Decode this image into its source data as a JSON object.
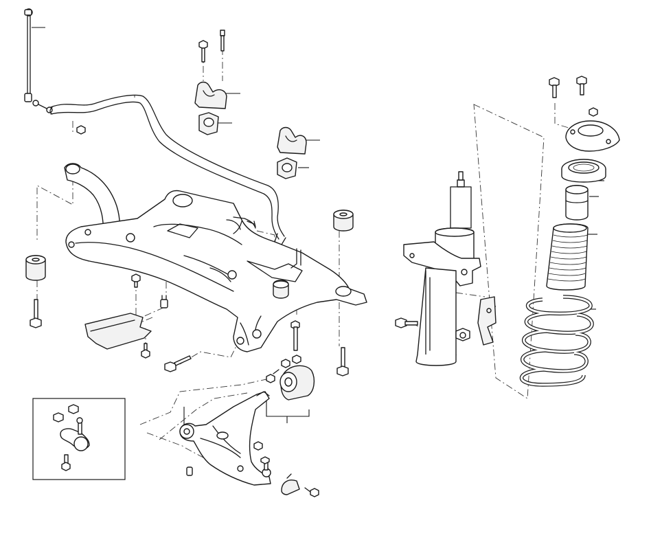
{
  "diagram": {
    "parts": [
      "stabilizer-link",
      "stabilizer-bar",
      "stabilizer-bar-bushing",
      "stabilizer-bar-bracket",
      "subframe",
      "subframe-mount-bushing",
      "lower-arm",
      "lower-arm-rear-bushing",
      "ball-joint",
      "shock-absorber",
      "top-mount",
      "spring-seat",
      "bump-stop",
      "dust-boot",
      "coil-spring"
    ],
    "inset": {
      "parts": [
        "ball-joint",
        "ball-joint-nut",
        "ball-joint-bolt"
      ]
    },
    "colors": {
      "line": "#1a1a1a",
      "background": "#ffffff"
    }
  }
}
